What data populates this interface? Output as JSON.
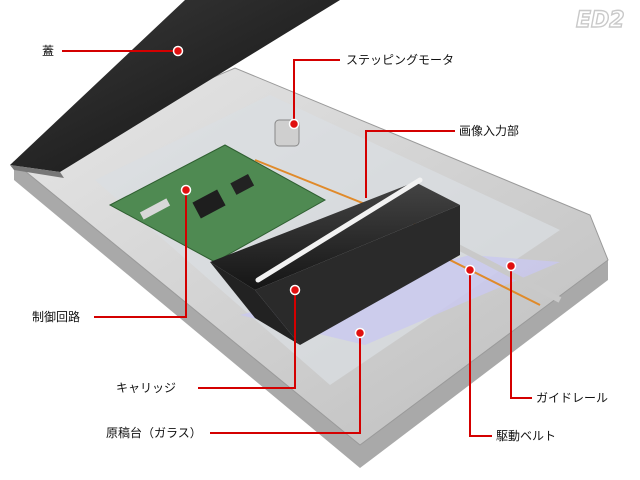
{
  "logo": "ED2",
  "colors": {
    "accent": "#d40000",
    "dot": "#e01010"
  },
  "labels": {
    "lid": "蓋",
    "stepping_motor": "ステッピングモータ",
    "image_input": "画像入力部",
    "control_circuit": "制御回路",
    "carriage": "キャリッジ",
    "glass": "原稿台（ガラス）",
    "guide_rail": "ガイドレール",
    "drive_belt": "駆動ベルト"
  }
}
